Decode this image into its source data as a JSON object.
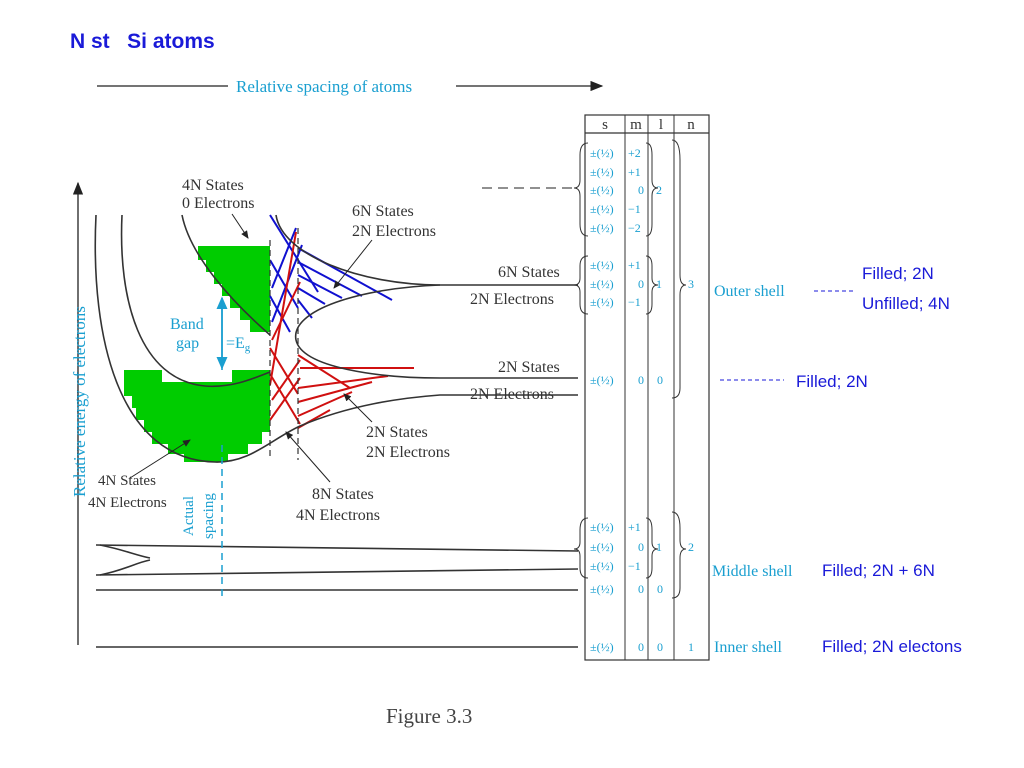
{
  "title": "N st   Si atoms",
  "figure": {
    "caption": "Figure 3.3",
    "spacing_axis_label": "Relative spacing of atoms",
    "energy_axis_label": "Relative energy of electrons",
    "band_gap_label_1": "Band",
    "band_gap_label_2": "gap",
    "band_gap_symbol": "=E",
    "band_gap_subscript": "g",
    "actual_spacing_label_1": "Actual",
    "actual_spacing_label_2": "spacing",
    "labels": {
      "top_states": "4N States",
      "top_electrons": "0 Electrons",
      "upper_states": "6N States",
      "upper_electrons": "2N Electrons",
      "right_upper_states": "6N States",
      "right_upper_electrons": "2N Electrons",
      "right_lower_states": "2N States",
      "right_lower_electrons": "2N Electrons",
      "mid_states": "2N States",
      "mid_electrons": "2N Electrons",
      "bottom_states": "8N States",
      "bottom_electrons": "4N Electrons",
      "left_states": "4N States",
      "left_electrons": "4N Electrons"
    },
    "table": {
      "headers": [
        "s",
        "m",
        "l",
        "n"
      ],
      "outer_d": {
        "s": [
          "±(½)",
          "±(½)",
          "±(½)",
          "±(½)",
          "±(½)"
        ],
        "m": [
          "+2",
          "+1",
          "0",
          "−1",
          "−2"
        ],
        "l": "2"
      },
      "outer_p": {
        "s": [
          "±(½)",
          "±(½)",
          "±(½)"
        ],
        "m": [
          "+1",
          "0",
          "−1"
        ],
        "l": "1"
      },
      "outer_s": {
        "s": "±(½)",
        "m": "0",
        "l": "0"
      },
      "outer_n": "3",
      "middle_p": {
        "s": [
          "±(½)",
          "±(½)",
          "±(½)"
        ],
        "m": [
          "+1",
          "0",
          "−1"
        ],
        "l": "1"
      },
      "middle_s": {
        "s": "±(½)",
        "m": "0",
        "l": "0"
      },
      "middle_n": "2",
      "inner_s": {
        "s": "±(½)",
        "m": "0",
        "l": "0",
        "n": "1"
      }
    },
    "shells": {
      "outer": "Outer shell",
      "middle": "Middle shell",
      "inner": "Inner shell"
    },
    "notes": {
      "outer_1": "Filled; 2N",
      "outer_2": "Unfilled; 4N",
      "outer_s": "Filled; 2N",
      "middle": "Filled; 2N + 6N",
      "inner": "Filled; 2N electons"
    }
  },
  "colors": {
    "title": "#1a1ad8",
    "cyan_text": "#1a9fd0",
    "green_fill": "#00cc00",
    "blue_lines": "#1010d0",
    "red_lines": "#d01010",
    "curve": "#333333"
  }
}
